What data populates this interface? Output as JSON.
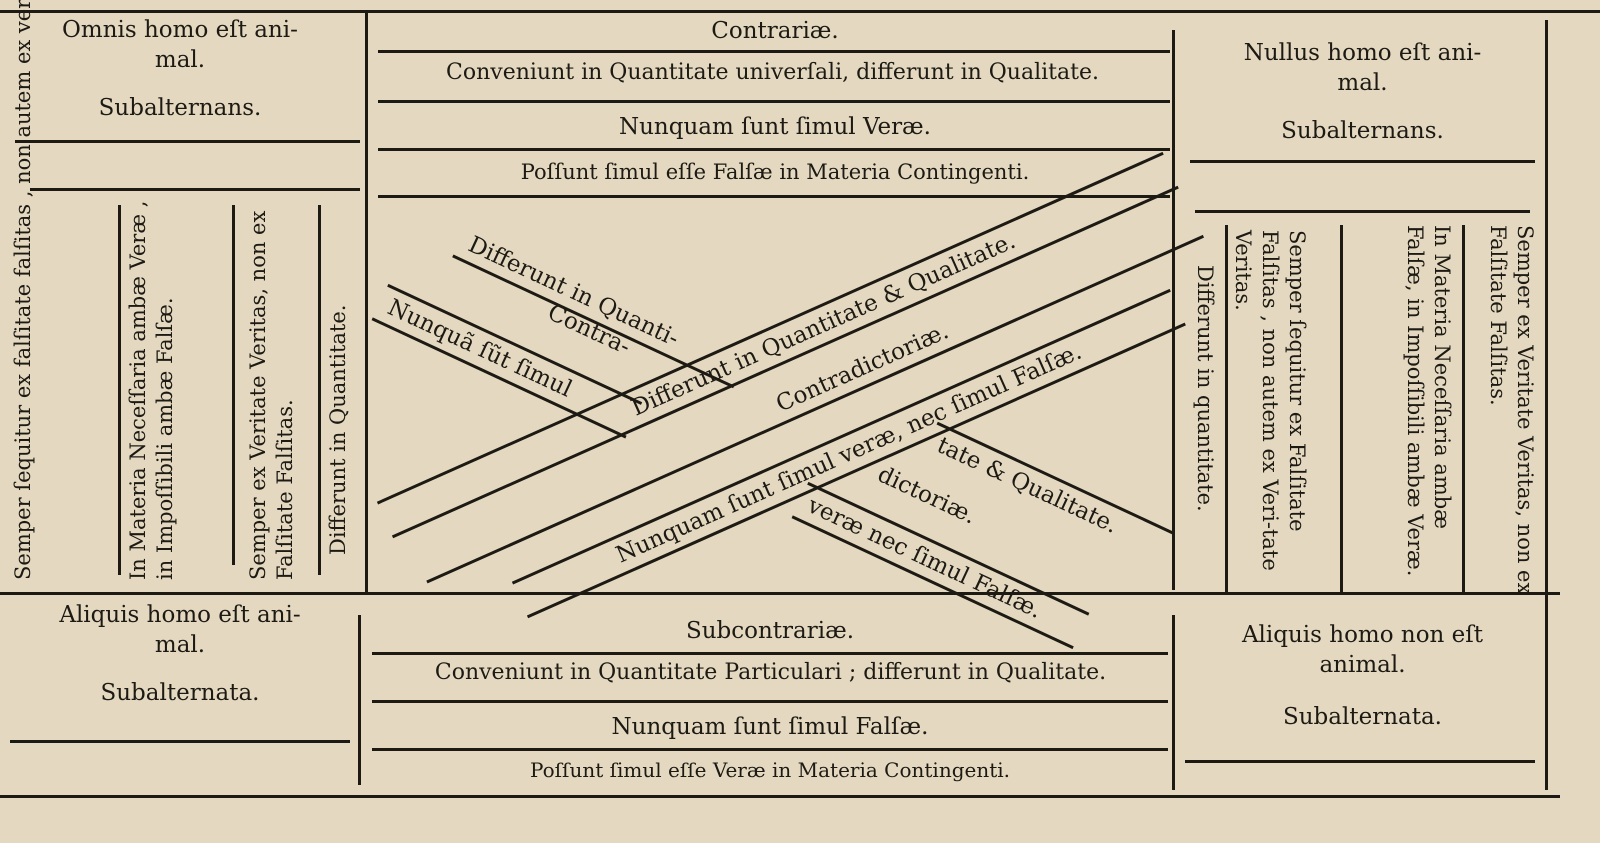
{
  "corners": {
    "top_left": {
      "proposition": "Omnis homo eſt ani-mal.",
      "role": "Subalternans."
    },
    "top_right": {
      "proposition": "Nullus homo eſt ani-mal.",
      "role": "Subalternans."
    },
    "bottom_left": {
      "proposition": "Aliquis homo eſt ani-mal.",
      "role": "Subalternata."
    },
    "bottom_right": {
      "proposition": "Aliquis homo non eſt animal.",
      "role": "Subalternata."
    }
  },
  "top_center": {
    "title": "Contrariæ.",
    "lines": [
      "Conveniunt in Quantitate univerſali, differunt in Qualitate.",
      "Nunquam ſunt ſimul Veræ.",
      "Poſſunt ſimul eſſe Falſæ in Materia Contingenti."
    ]
  },
  "bottom_center": {
    "title": "Subcontrariæ.",
    "lines": [
      "Conveniunt in Quantitate Particulari ; differunt in Qualitate.",
      "Nunquam ſunt ſimul Falſæ.",
      "Poſſunt ſimul eſſe Veræ in Materia Contingenti."
    ]
  },
  "left_columns": [
    "Semper ſequitur ex falſitate falſitas , non autem ex veri-tate veritas.",
    "In Materia Neceſſaria ambæ Veræ , in Impoſſibili ambæ Falſæ.",
    "Semper ex Veritate Veritas, non ex Falſitate Falſitas.",
    "Differunt in Quantitate."
  ],
  "right_columns": [
    "Differunt in quantitate.",
    "Semper ſequitur ex Falſitate Falſitas , non autem ex Veri-tate Veritas.",
    "In Materia Neceſſaria ambæ Falſæ, in Impoſſibili ambæ Veræ.",
    "Semper ex Veritate Veritas, non ex Falſitate Falſitas."
  ],
  "diagonals": {
    "rising": [
      "Differunt in Quantitate & Qualitate.",
      "Contradictoriæ.",
      "Nunquam ſunt ſimul veræ, nec ſimul Falſæ."
    ],
    "falling_upper": [
      "Differunt in Quanti-",
      "Contra-",
      "Nunquã ſũt ſimul"
    ],
    "falling_lower": [
      "tate & Qualitate.",
      "dictoriæ.",
      "veræ nec ſimul Falſæ."
    ]
  }
}
